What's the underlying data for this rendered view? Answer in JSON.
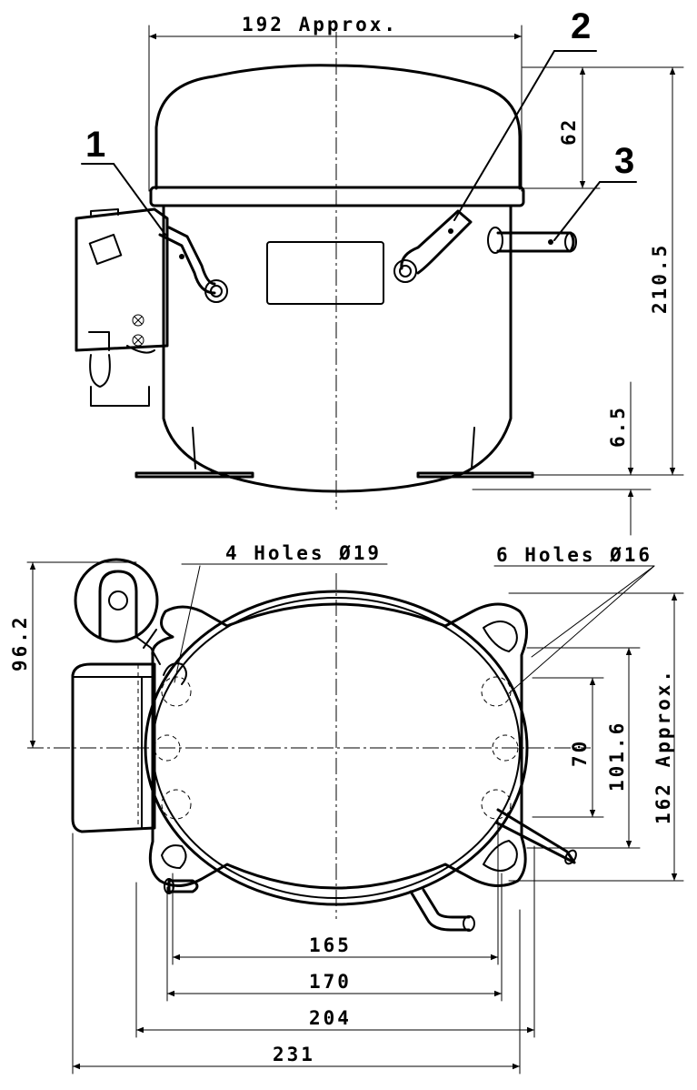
{
  "callouts": {
    "c1": "1",
    "c2": "2",
    "c3": "3"
  },
  "side_view": {
    "width": "192 Approx.",
    "top_height": "62",
    "total_height": "210.5",
    "foot_height": "6.5"
  },
  "top_view": {
    "holes_left": "4 Holes Ø19",
    "holes_right": "6 Holes Ø16",
    "left_offset": "96.2",
    "inner_70": "70",
    "inner_101": "101.6",
    "depth": "162 Approx.",
    "w165": "165",
    "w170": "170",
    "w204": "204",
    "w231": "231"
  }
}
